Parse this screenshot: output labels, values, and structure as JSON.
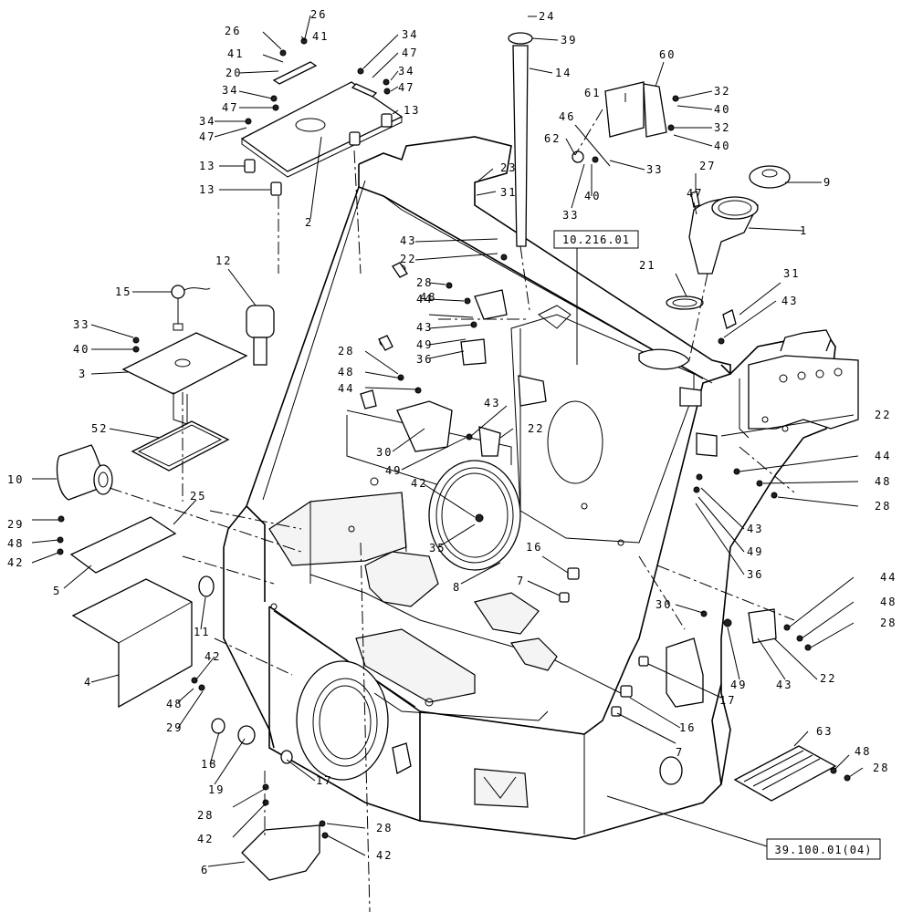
{
  "drawing": {
    "reference_boxes": [
      "10.216.01",
      "39.100.01(04)"
    ],
    "callouts": [
      {
        "id": "c24",
        "text": "24"
      },
      {
        "id": "c39",
        "text": "39"
      },
      {
        "id": "c14",
        "text": "14"
      },
      {
        "id": "c26a",
        "text": "26"
      },
      {
        "id": "c26b",
        "text": "26"
      },
      {
        "id": "c41a",
        "text": "41"
      },
      {
        "id": "c41b",
        "text": "41"
      },
      {
        "id": "c20",
        "text": "20"
      },
      {
        "id": "c34a",
        "text": "34"
      },
      {
        "id": "c47a",
        "text": "47"
      },
      {
        "id": "c34b",
        "text": "34"
      },
      {
        "id": "c47b",
        "text": "47"
      },
      {
        "id": "c34c",
        "text": "34"
      },
      {
        "id": "c47c",
        "text": "47"
      },
      {
        "id": "c34d",
        "text": "34"
      },
      {
        "id": "c47d",
        "text": "47"
      },
      {
        "id": "c13a",
        "text": "13"
      },
      {
        "id": "c13b",
        "text": "13"
      },
      {
        "id": "c13c",
        "text": "13"
      },
      {
        "id": "c2",
        "text": "2"
      },
      {
        "id": "c60",
        "text": "60"
      },
      {
        "id": "c61",
        "text": "61"
      },
      {
        "id": "c32a",
        "text": "32"
      },
      {
        "id": "c40a",
        "text": "40"
      },
      {
        "id": "c32b",
        "text": "32"
      },
      {
        "id": "c40b",
        "text": "40"
      },
      {
        "id": "c46",
        "text": "46"
      },
      {
        "id": "c62",
        "text": "62"
      },
      {
        "id": "c33a",
        "text": "33"
      },
      {
        "id": "c40c",
        "text": "40"
      },
      {
        "id": "c33b",
        "text": "33"
      },
      {
        "id": "c23",
        "text": "23"
      },
      {
        "id": "c31a",
        "text": "31"
      },
      {
        "id": "c27",
        "text": "27"
      },
      {
        "id": "c9",
        "text": "9"
      },
      {
        "id": "c47e",
        "text": "47"
      },
      {
        "id": "c1",
        "text": "1"
      },
      {
        "id": "c43a",
        "text": "43"
      },
      {
        "id": "c22a",
        "text": "22"
      },
      {
        "id": "c21",
        "text": "21"
      },
      {
        "id": "c31b",
        "text": "31"
      },
      {
        "id": "c43b",
        "text": "43"
      },
      {
        "id": "c12",
        "text": "12"
      },
      {
        "id": "c15",
        "text": "15"
      },
      {
        "id": "c28a",
        "text": "28"
      },
      {
        "id": "c44a",
        "text": "44"
      },
      {
        "id": "c48a",
        "text": "48"
      },
      {
        "id": "c43c",
        "text": "43"
      },
      {
        "id": "c49a",
        "text": "49"
      },
      {
        "id": "c36a",
        "text": "36"
      },
      {
        "id": "c28b",
        "text": "28"
      },
      {
        "id": "c48b",
        "text": "48"
      },
      {
        "id": "c44b",
        "text": "44"
      },
      {
        "id": "c33c",
        "text": "33"
      },
      {
        "id": "c40d",
        "text": "40"
      },
      {
        "id": "c3",
        "text": "3"
      },
      {
        "id": "c52",
        "text": "52"
      },
      {
        "id": "c43d",
        "text": "43"
      },
      {
        "id": "c22b",
        "text": "22"
      },
      {
        "id": "c30a",
        "text": "30"
      },
      {
        "id": "c49b",
        "text": "49"
      },
      {
        "id": "c22c",
        "text": "22"
      },
      {
        "id": "c44c",
        "text": "44"
      },
      {
        "id": "c48c",
        "text": "48"
      },
      {
        "id": "c28c",
        "text": "28"
      },
      {
        "id": "c10",
        "text": "10"
      },
      {
        "id": "c42a",
        "text": "42"
      },
      {
        "id": "c25",
        "text": "25"
      },
      {
        "id": "c35",
        "text": "35"
      },
      {
        "id": "c43e",
        "text": "43"
      },
      {
        "id": "c49c",
        "text": "49"
      },
      {
        "id": "c36b",
        "text": "36"
      },
      {
        "id": "c29a",
        "text": "29"
      },
      {
        "id": "c48d",
        "text": "48"
      },
      {
        "id": "c42b",
        "text": "42"
      },
      {
        "id": "c16a",
        "text": "16"
      },
      {
        "id": "c7a",
        "text": "7"
      },
      {
        "id": "c8",
        "text": "8"
      },
      {
        "id": "c5",
        "text": "5"
      },
      {
        "id": "c44d",
        "text": "44"
      },
      {
        "id": "c48e",
        "text": "48"
      },
      {
        "id": "c28d",
        "text": "28"
      },
      {
        "id": "c30b",
        "text": "30"
      },
      {
        "id": "c49d",
        "text": "49"
      },
      {
        "id": "c43f",
        "text": "43"
      },
      {
        "id": "c22d",
        "text": "22"
      },
      {
        "id": "c11",
        "text": "11"
      },
      {
        "id": "c4",
        "text": "4"
      },
      {
        "id": "c42c",
        "text": "42"
      },
      {
        "id": "c48f",
        "text": "48"
      },
      {
        "id": "c29b",
        "text": "29"
      },
      {
        "id": "c17a",
        "text": "17"
      },
      {
        "id": "c16b",
        "text": "16"
      },
      {
        "id": "c18",
        "text": "18"
      },
      {
        "id": "c7b",
        "text": "7"
      },
      {
        "id": "c63",
        "text": "63"
      },
      {
        "id": "c48g",
        "text": "48"
      },
      {
        "id": "c28e",
        "text": "28"
      },
      {
        "id": "c19",
        "text": "19"
      },
      {
        "id": "c17b",
        "text": "17"
      },
      {
        "id": "c28f",
        "text": "28"
      },
      {
        "id": "c42d",
        "text": "42"
      },
      {
        "id": "c28g",
        "text": "28"
      },
      {
        "id": "c42e",
        "text": "42"
      },
      {
        "id": "c6",
        "text": "6"
      }
    ]
  }
}
